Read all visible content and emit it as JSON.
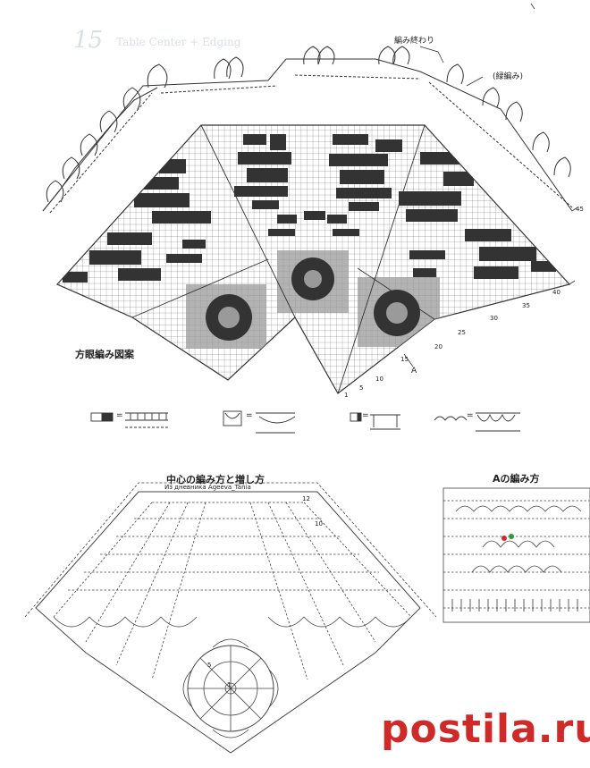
{
  "header": {
    "page_number": "15",
    "title_faint": "Table Center + Edging"
  },
  "labels": {
    "edge_end": "編み終わり",
    "edging": "(緑編み)",
    "filet_pattern": "方眼編み図案",
    "section_a": "A",
    "center_title": "中心の編み方と増し方",
    "center_credit": "Из дневника Ageeva_Tania",
    "a_title": "Aの編み方"
  },
  "row_numbers": [
    "45",
    "40",
    "35",
    "30",
    "25",
    "20",
    "15",
    "10",
    "5",
    "1"
  ],
  "center_row_numbers": [
    "12",
    "10",
    "5",
    "1"
  ],
  "legend": [
    {
      "id": "filled-block",
      "symbol": "="
    },
    {
      "id": "lacet",
      "symbol": "="
    },
    {
      "id": "bar",
      "symbol": "="
    },
    {
      "id": "fan",
      "symbol": "="
    }
  ],
  "watermark": "postila.ru",
  "colors": {
    "ink": "#222222",
    "fill_dark": "#333333",
    "fill_gray": "#9a9a9a",
    "grid": "#555555",
    "watermark": "#cf2a2a",
    "accent_green": "#2e9a3e"
  }
}
